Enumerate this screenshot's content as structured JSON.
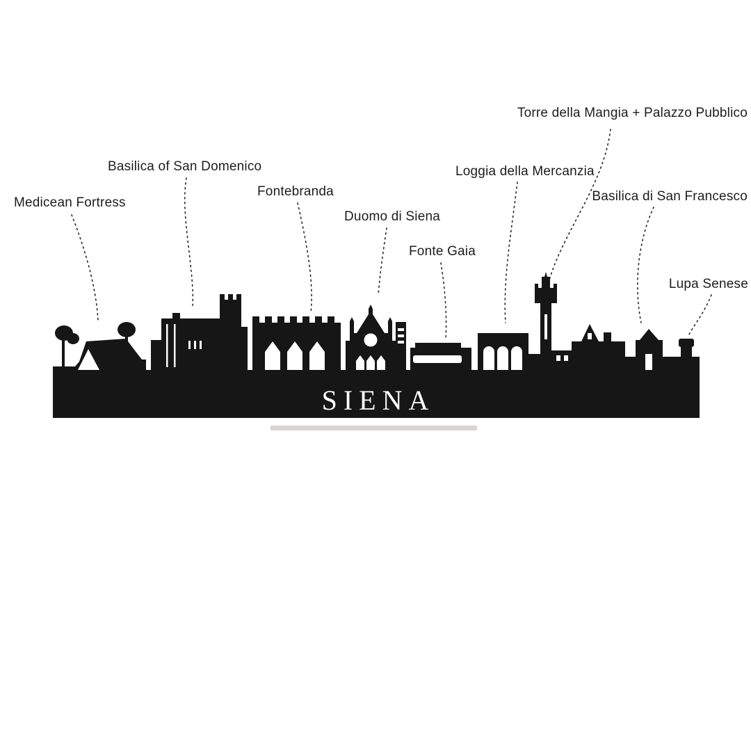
{
  "product": {
    "city_name": "SIENA",
    "silhouette_color": "#161616",
    "background_color": "#ffffff",
    "stand_color": "#d8d5d1",
    "leader_line_color": "#262626",
    "label_color": "#1d1d1d"
  },
  "labels": [
    {
      "id": "medicean-fortress",
      "text": "Medicean Fortress"
    },
    {
      "id": "basilica-of-san-domenico",
      "text": "Basilica of San Domenico"
    },
    {
      "id": "fontebranda",
      "text": "Fontebranda"
    },
    {
      "id": "duomo-di-siena",
      "text": "Duomo di Siena"
    },
    {
      "id": "fonte-gaia",
      "text": "Fonte Gaia"
    },
    {
      "id": "loggia-della-mercanzia",
      "text": "Loggia della Mercanzia"
    },
    {
      "id": "torre-della-mangia-palazzo-pubblico",
      "text": "Torre della Mangia + Palazzo Pubblico"
    },
    {
      "id": "basilica-di-san-francesco",
      "text": "Basilica di San Francesco"
    },
    {
      "id": "lupa-senese",
      "text": "Lupa Senese"
    }
  ]
}
